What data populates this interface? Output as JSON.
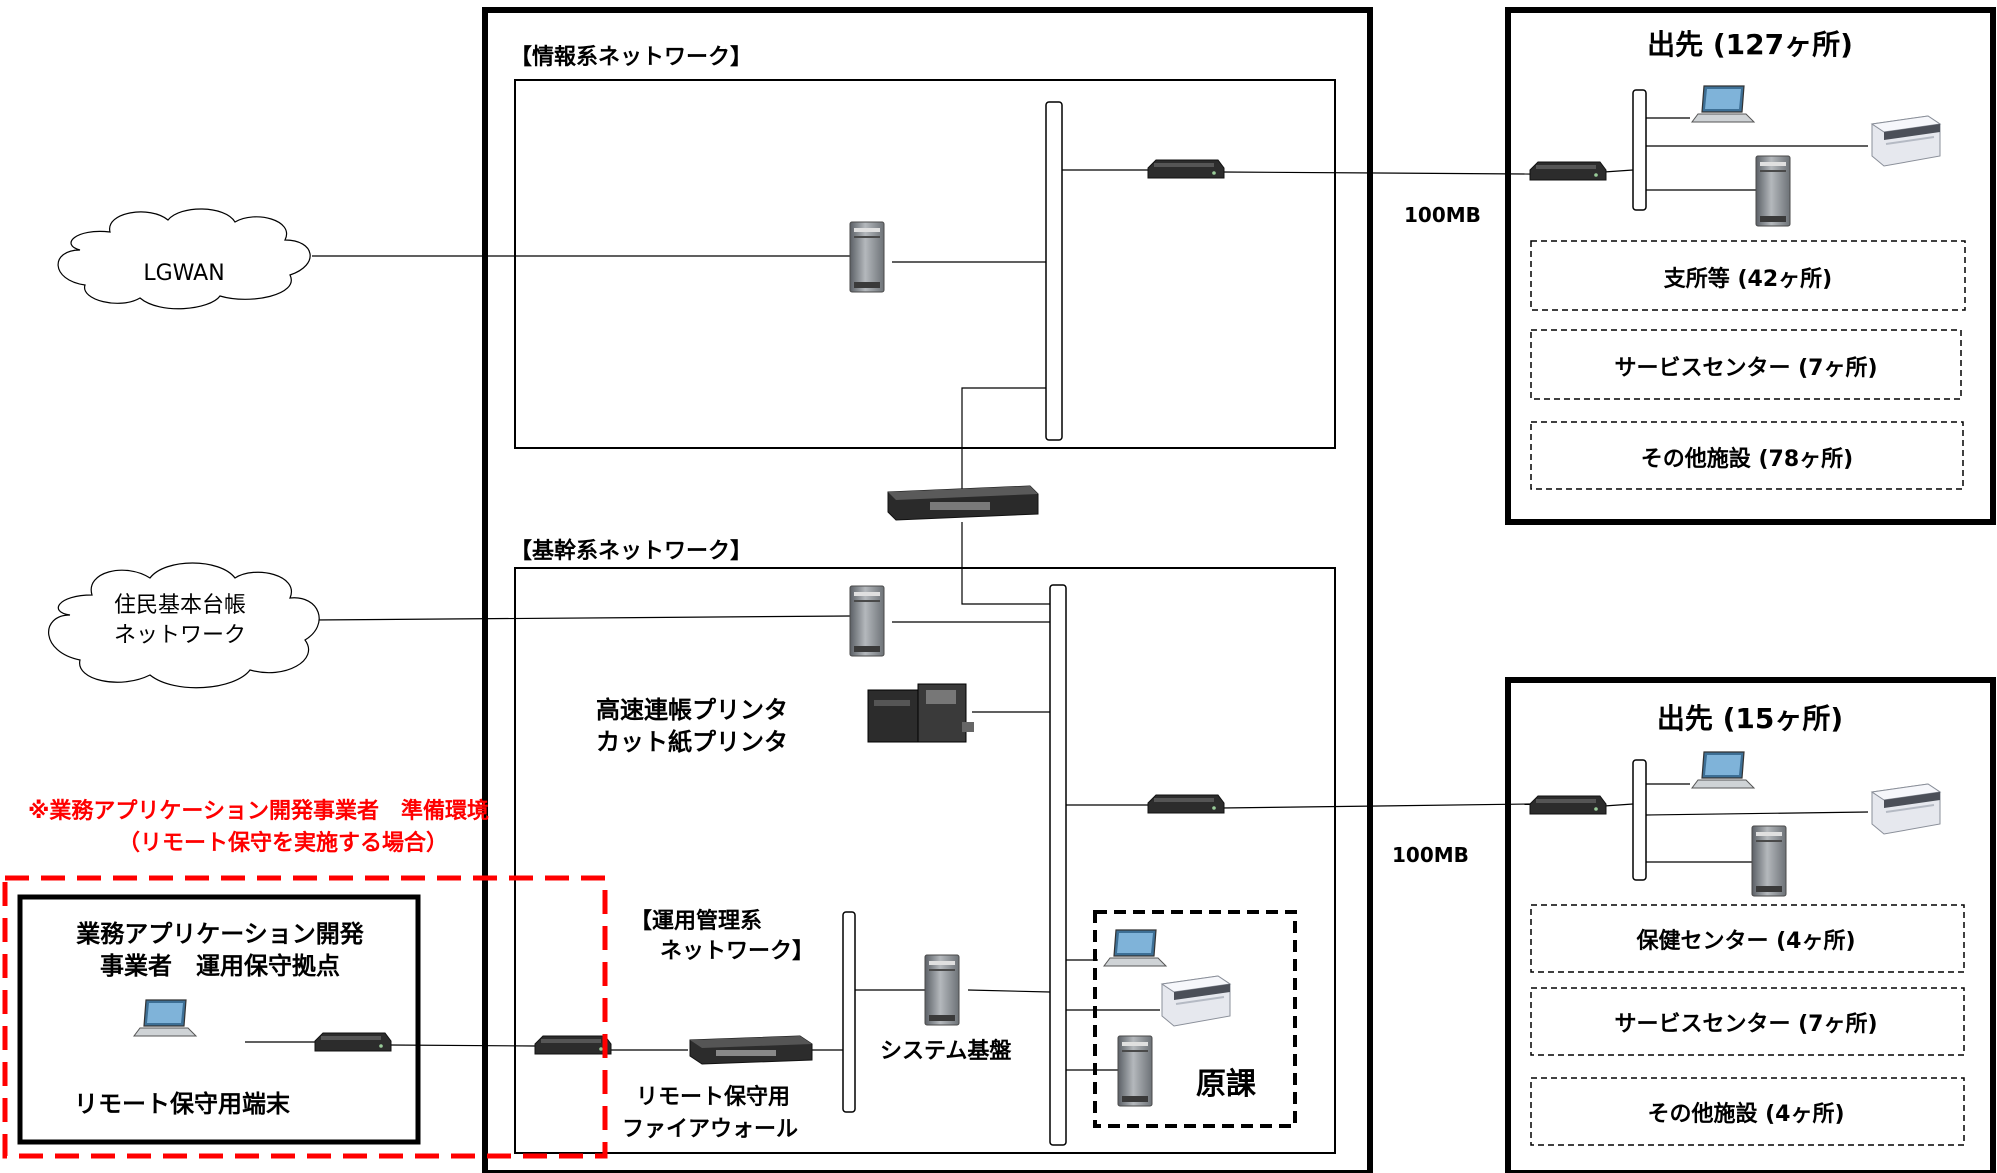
{
  "networks": {
    "info_title": "【情報系ネットワーク】",
    "core_title": "【基幹系ネットワーク】",
    "ops_title_1": "【運用管理系",
    "ops_title_2": "ネットワーク】"
  },
  "clouds": {
    "lgwan": "LGWAN",
    "juki_1": "住民基本台帳",
    "juki_2": "ネットワーク"
  },
  "printers": {
    "line1": "高速連帳プリンタ",
    "line2": "カット紙プリンタ"
  },
  "labels": {
    "system_base": "システム基盤",
    "firewall_1": "リモート保守用",
    "firewall_2": "ファイアウォール",
    "genka": "原課"
  },
  "links": {
    "top_speed": "100MB",
    "bottom_speed": "100MB"
  },
  "remote": {
    "note_1": "※業務アプリケーション開発事業者　準備環境",
    "note_2": "（リモート保守を実施する場合）",
    "site_1": "業務アプリケーション開発",
    "site_2": "事業者　運用保守拠点",
    "terminal": "リモート保守用端末"
  },
  "site_top": {
    "title": "出先 (127ヶ所)",
    "items": [
      "支所等 (42ヶ所)",
      "サービスセンター (7ヶ所)",
      "その他施設 (78ヶ所)"
    ]
  },
  "site_bottom": {
    "title": "出先 (15ヶ所)",
    "items": [
      "保健センター (4ヶ所)",
      "サービスセンター (7ヶ所)",
      "その他施設 (4ヶ所)"
    ]
  },
  "colors": {
    "remote_accent": "#ff0000",
    "device_dark": "#2f2f2f",
    "server_gray": "#8a8f94"
  }
}
